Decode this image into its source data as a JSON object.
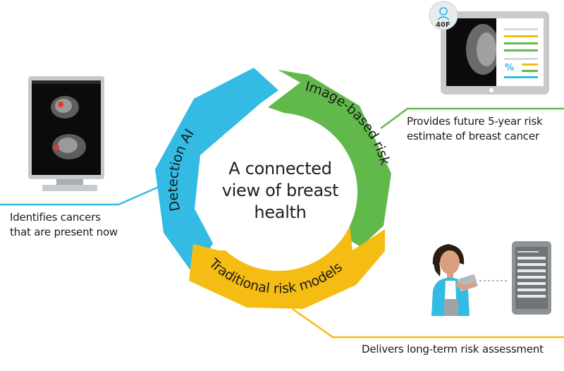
{
  "center": {
    "line1": "A connected",
    "line2": "view of breast",
    "line3": "health"
  },
  "segments": [
    {
      "label": "Detection AI",
      "color": "#33BBE4"
    },
    {
      "label": "Image-based risk",
      "color": "#62B94B"
    },
    {
      "label": "Traditional risk models",
      "color": "#F5BC14"
    }
  ],
  "captions": {
    "detection": {
      "line1": "Identifies cancers",
      "line2": "that are present now"
    },
    "image": {
      "line1": "Provides future 5-year risk",
      "line2": "estimate of breast cancer"
    },
    "traditional": {
      "line1": "Delivers long-term risk assessment"
    }
  },
  "tablet": {
    "avatar_tag": "40F",
    "percent_symbol": "%"
  },
  "icons": [
    "monitor-icon",
    "tablet-icon",
    "avatar-icon",
    "woman-with-tablet-icon",
    "phone-icon"
  ]
}
